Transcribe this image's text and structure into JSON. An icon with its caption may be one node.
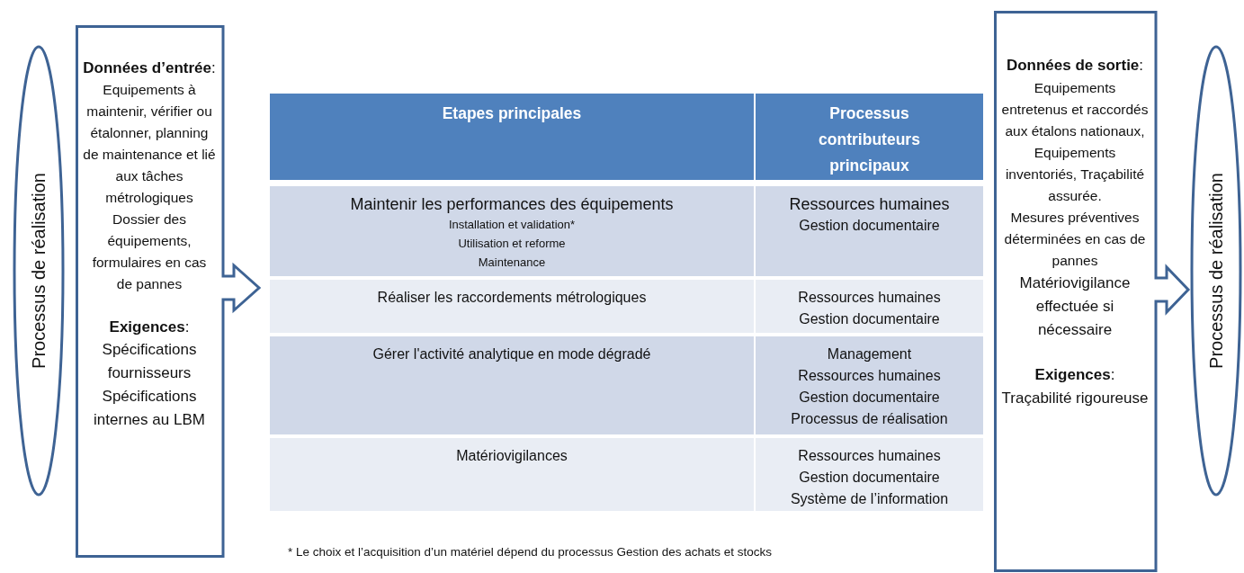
{
  "diagram": {
    "nodes": [
      {
        "text": [
          "Processus de réalisation"
        ]
      },
      {
        "text": [
          "**Données d’entrée**:",
          "Equipements à maintenir, vérifier ou étalonner, planning de maintenance et lié aux tâches métrologiques",
          "Dossier des équipements, formulaires en cas de pannes",
          "**Exigences**:",
          "Spécifications fournisseurs",
          "Spécifications internes au LBM"
        ]
      },
      {
        "text": [
          "**Données de sortie**:",
          "Equipements entretenus et raccordés aux étalons nationaux, Equipements inventoriés, Traçabilité assurée.",
          "Mesures préventives déterminées en cas de pannes",
          "Matériovigilance effectuée si nécessaire",
          "**Exigences**:",
          "Traçabilité rigoureuse"
        ]
      },
      {
        "text": [
          "Processus de réalisation"
        ]
      }
    ],
    "labels": [
      "Etapes principales",
      "Processus contributeurs principaux",
      "Maintenir les performances des équipements",
      "Installation et validation*",
      "Utilisation et reforme",
      "Maintenance",
      "Ressources humaines",
      "Gestion documentaire",
      "Réaliser les raccordements métrologiques",
      "Ressources humaines",
      "Gestion documentaire",
      "Gérer l'activité analytique en mode dégradé",
      "Management",
      "Ressources humaines",
      "Gestion documentaire",
      "Processus de réalisation",
      "Matériovigilances",
      "Ressources humaines",
      "Gestion documentaire",
      "Système de l’information",
      "* Le choix et l’acquisition d’un matériel dépend du processus Gestion des achats et stocks"
    ]
  }
}
